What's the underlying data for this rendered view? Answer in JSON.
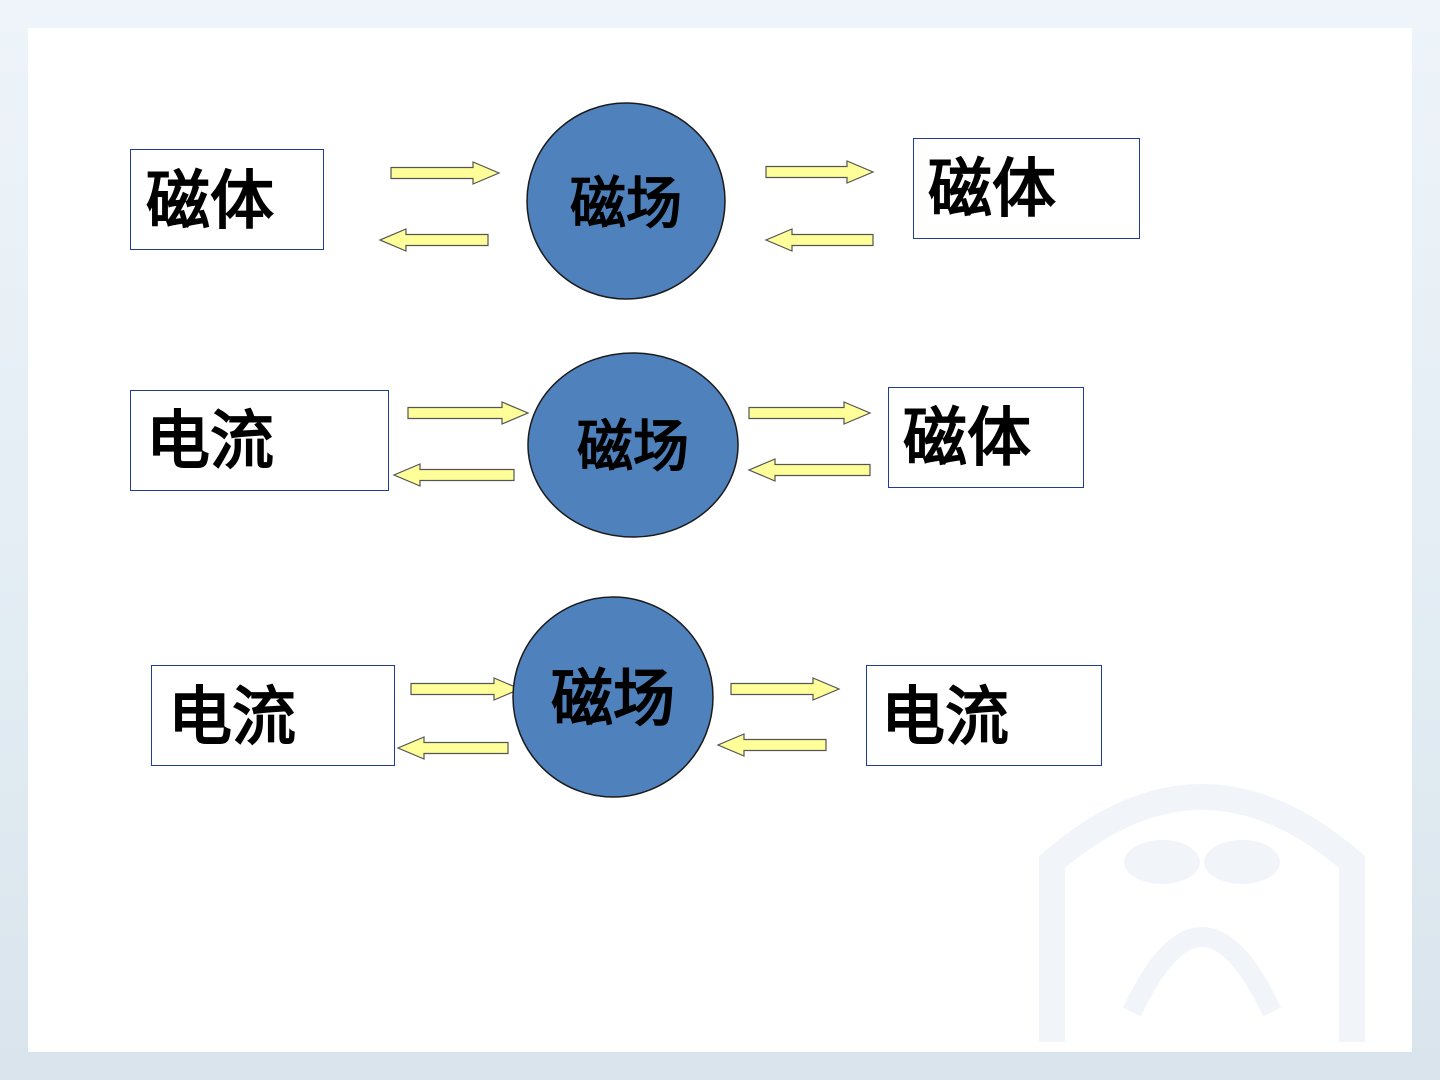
{
  "colors": {
    "circle_fill": "#4f81bd",
    "circle_stroke": "#1b1b1b",
    "box_border": "#1f3c99",
    "arrow_fill": "#ffff99",
    "arrow_stroke": "#555555"
  },
  "rows": [
    {
      "left": "磁体",
      "center": "磁场",
      "right": "磁体"
    },
    {
      "left": "电流",
      "center": "磁场",
      "right": "磁体"
    },
    {
      "left": "电流",
      "center": "磁场",
      "right": "电流"
    }
  ]
}
